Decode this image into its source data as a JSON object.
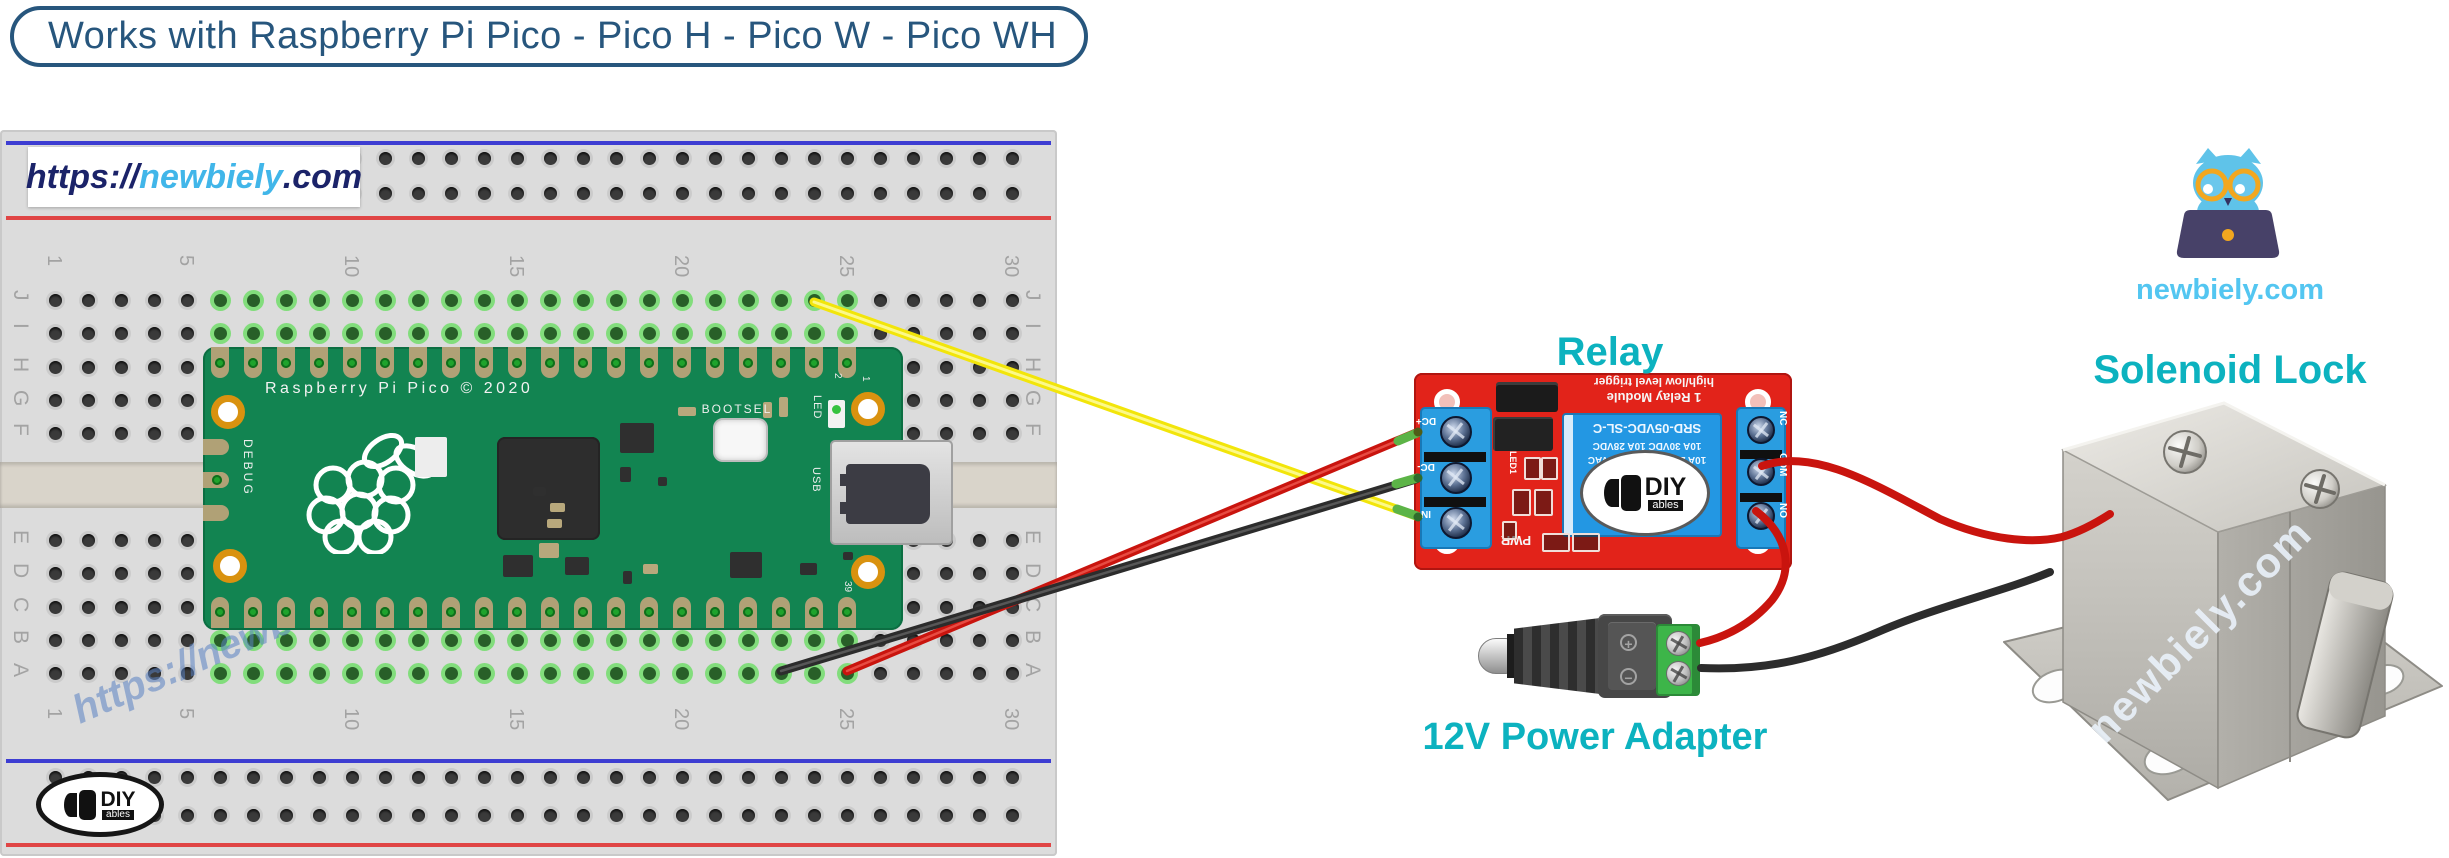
{
  "banner": {
    "text": "Works with Raspberry Pi Pico - Pico H - Pico W - Pico WH"
  },
  "site": {
    "url_prefix": "https://",
    "url_name": "newbiely",
    "url_suffix": ".com",
    "watermark_url": "https://newbiely.com",
    "logo_text": "newbiely.com",
    "solenoid_watermark": "newbiely.com"
  },
  "diyables": {
    "d1": "DIY",
    "d2": "ables"
  },
  "breadboard": {
    "column_numbers": [
      "1",
      "5",
      "10",
      "15",
      "20",
      "25",
      "30"
    ],
    "row_letters_top": [
      "J",
      "I",
      "H",
      "G",
      "F"
    ],
    "row_letters_bottom": [
      "E",
      "D",
      "C",
      "B",
      "A"
    ]
  },
  "pico": {
    "title": "Raspberry Pi Pico © 2020",
    "debug": "DEBUG",
    "bootsel": "BOOTSEL",
    "led": "LED",
    "usb": "USB",
    "pin1": "1",
    "pin2": "2",
    "pin39": "39"
  },
  "relay": {
    "label": "Relay",
    "silk_line1": "high/low level trigger",
    "silk_line2": "1 Relay Module",
    "pwr": "PWR",
    "led1": "LED1",
    "cube_lines": [
      "SRD-05VDC-SL-C",
      "10A 30VDC 10A 28VDC",
      "10A 250VAC 10A 125VAC"
    ],
    "terminals_left": [
      "DC+",
      "DC-",
      "IN"
    ],
    "terminals_right": [
      "NC",
      "COM",
      "NO"
    ]
  },
  "power_adapter": {
    "label": "12V Power Adapter",
    "plus": "+",
    "minus": "−"
  },
  "solenoid": {
    "label": "Solenoid Lock"
  },
  "wires": [
    {
      "color": "yellow",
      "from": "breadboard J24",
      "to": "relay IN"
    },
    {
      "color": "red",
      "from": "breadboard A25",
      "to": "relay DC+"
    },
    {
      "color": "black",
      "from": "breadboard A23",
      "to": "relay DC-"
    },
    {
      "color": "red",
      "from": "relay COM",
      "to": "solenoid lock"
    },
    {
      "color": "red",
      "from": "relay NO",
      "to": "power adapter +"
    },
    {
      "color": "black",
      "from": "power adapter −",
      "to": "solenoid lock"
    }
  ],
  "colors": {
    "label_teal": "#0cb2bf",
    "banner_blue": "#27567d",
    "url_navy": "#1b2369",
    "url_lightblue": "#41b6e9",
    "pico_green": "#128451",
    "relay_red": "#e2231a",
    "terminal_blue": "#2a9de0",
    "wire_yellow": "#f2e50a",
    "wire_red": "#c9140e",
    "wire_black": "#2c2c2c",
    "logo_blue": "#5fc3e9",
    "logo_purple": "#474168",
    "logo_orange": "#f2a71f"
  }
}
